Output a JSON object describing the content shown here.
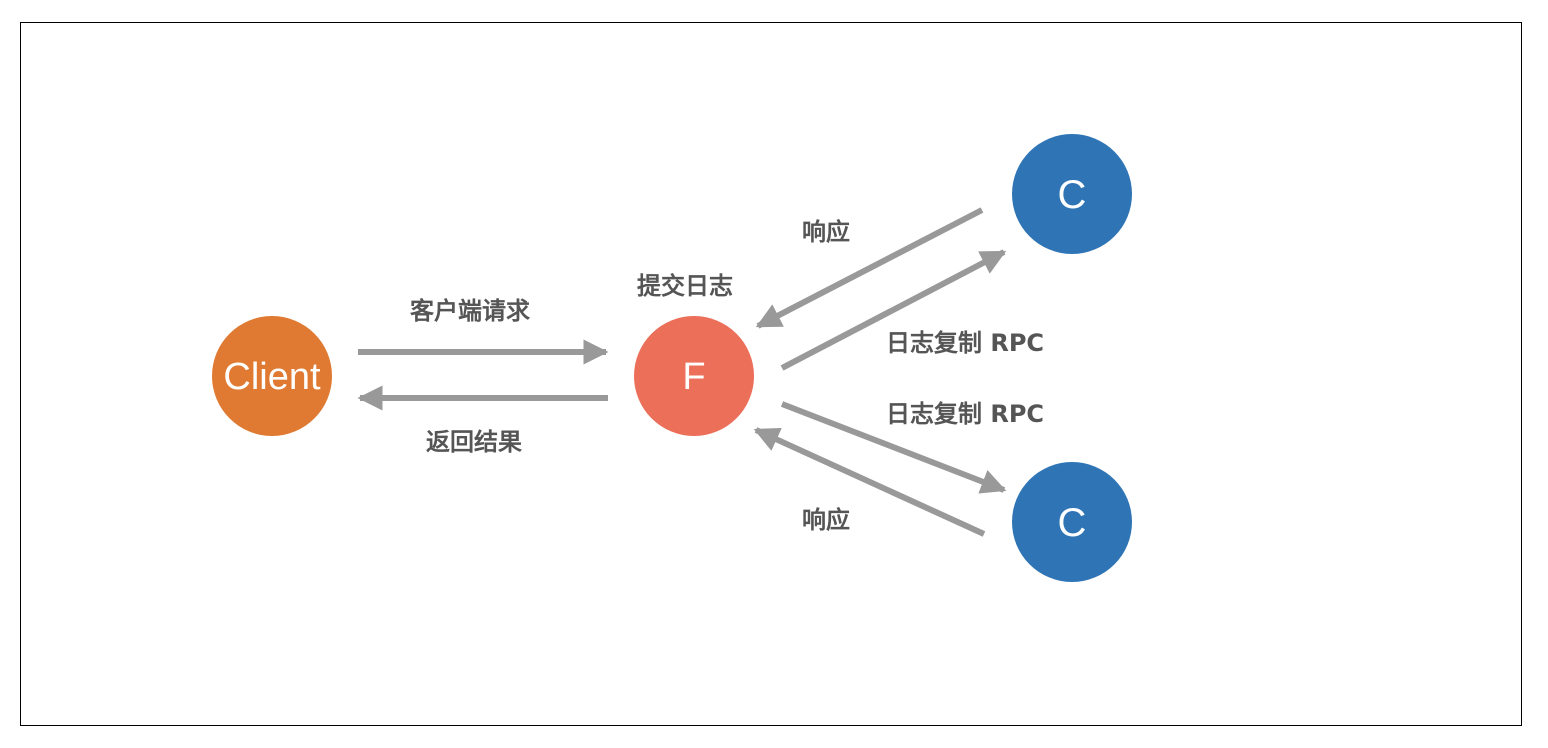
{
  "colors": {
    "client": "#E07A32",
    "follower_leader": "#EC6F5A",
    "candidate": "#2F75B5",
    "arrow": "#999999",
    "label_text": "#555555"
  },
  "nodes": {
    "client": "Client",
    "leader": "F",
    "peer_top": "C",
    "peer_bottom": "C"
  },
  "labels": {
    "client_request": "客户端请求",
    "return_result": "返回结果",
    "commit_log": "提交日志",
    "response_top": "响应",
    "replicate_top": "日志复制 RPC",
    "replicate_bottom": "日志复制 RPC",
    "response_bottom": "响应"
  }
}
